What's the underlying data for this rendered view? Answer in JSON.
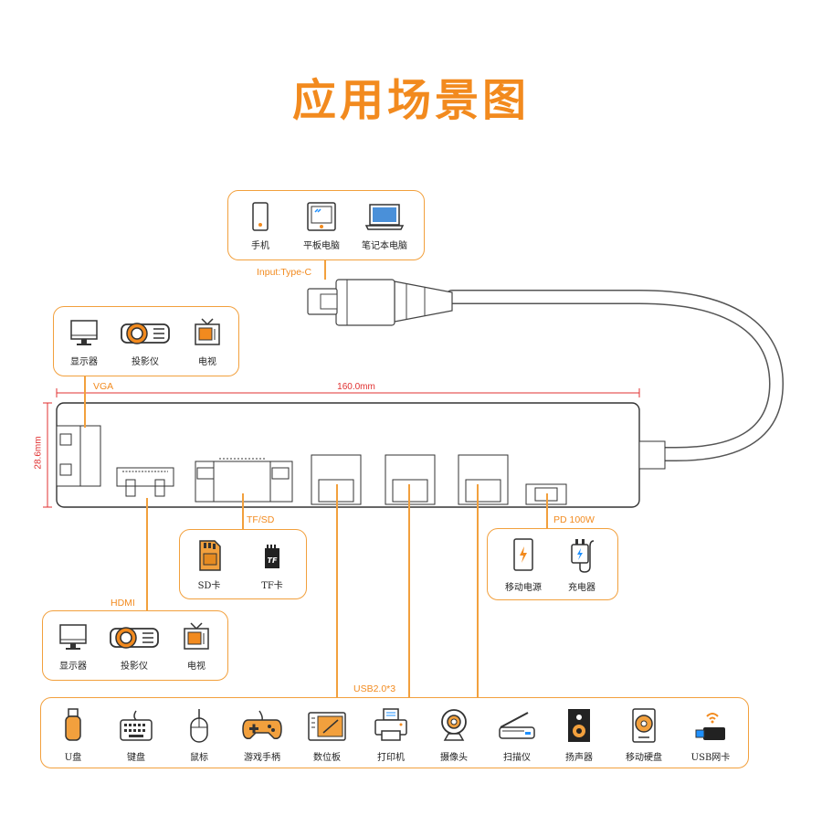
{
  "title": "应用场景图",
  "colors": {
    "accent": "#F28A1E",
    "border": "#F2A03D",
    "dim": "#E03030"
  },
  "typec": {
    "label": "Input:Type-C",
    "items": [
      {
        "name": "手机",
        "icon": "phone-icon"
      },
      {
        "name": "平板电脑",
        "icon": "tablet-icon"
      },
      {
        "name": "笔记本电脑",
        "icon": "laptop-icon"
      }
    ]
  },
  "vga": {
    "label": "VGA",
    "items": [
      {
        "name": "显示器",
        "icon": "monitor-icon"
      },
      {
        "name": "投影仪",
        "icon": "projector-icon"
      },
      {
        "name": "电视",
        "icon": "tv-icon"
      }
    ]
  },
  "hdmi": {
    "label": "HDMI",
    "items": [
      {
        "name": "显示器",
        "icon": "monitor-icon"
      },
      {
        "name": "投影仪",
        "icon": "projector-icon"
      },
      {
        "name": "电视",
        "icon": "tv-icon"
      }
    ]
  },
  "tfsd": {
    "label": "TF/SD",
    "items": [
      {
        "name": "SD卡",
        "icon": "sd-card-icon"
      },
      {
        "name": "TF卡",
        "icon": "tf-card-icon"
      }
    ]
  },
  "pd": {
    "label": "PD 100W",
    "items": [
      {
        "name": "移动电源",
        "icon": "power-bank-icon"
      },
      {
        "name": "充电器",
        "icon": "charger-icon"
      }
    ]
  },
  "usb": {
    "label": "USB2.0*3",
    "items": [
      {
        "name": "U盘",
        "icon": "usb-drive-icon"
      },
      {
        "name": "键盘",
        "icon": "keyboard-icon"
      },
      {
        "name": "鼠标",
        "icon": "mouse-icon"
      },
      {
        "name": "游戏手柄",
        "icon": "gamepad-icon"
      },
      {
        "name": "数位板",
        "icon": "drawing-tablet-icon"
      },
      {
        "name": "打印机",
        "icon": "printer-icon"
      },
      {
        "name": "摄像头",
        "icon": "webcam-icon"
      },
      {
        "name": "扫描仪",
        "icon": "scanner-icon"
      },
      {
        "name": "扬声器",
        "icon": "speaker-icon"
      },
      {
        "name": "移动硬盘",
        "icon": "hard-drive-icon"
      },
      {
        "name": "USB网卡",
        "icon": "wifi-adapter-icon"
      }
    ]
  },
  "dimensions": {
    "length": "160.0mm",
    "height": "28.6mm"
  }
}
